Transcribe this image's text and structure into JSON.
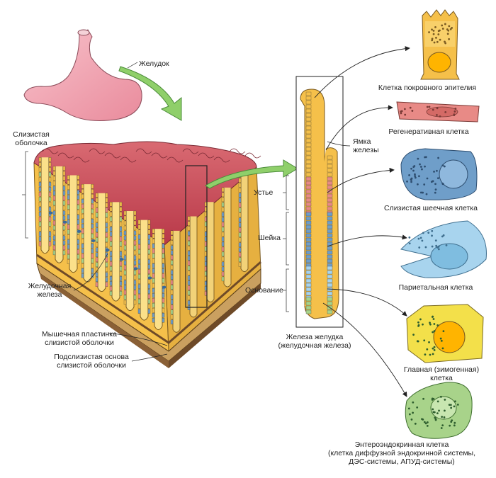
{
  "labels": {
    "stomach": "Желудок",
    "mucosa": [
      "Слизистая",
      "оболочка"
    ],
    "gastric_gland_left": [
      "Желудочная",
      "железа"
    ],
    "muscularis_mucosae": [
      "Мышечная пластинка",
      "слизистой оболочки"
    ],
    "submucosa": [
      "Подслизистая основа",
      "слизистой оболочки"
    ],
    "gastric_pit": [
      "Ямка",
      "железы"
    ],
    "isthmus": "Устье",
    "neck": "Шейка",
    "base": "Основание",
    "gland_caption": [
      "Железа желудка",
      "(желудочная железа)"
    ]
  },
  "cells": [
    {
      "key": "surface",
      "text": [
        "Клетка покровного эпителия"
      ]
    },
    {
      "key": "regenerative",
      "text": [
        "Регенеративная клетка"
      ]
    },
    {
      "key": "mucous_neck",
      "text": [
        "Слизистая шеечная клетка"
      ]
    },
    {
      "key": "parietal",
      "text": [
        "Париетальная клетка"
      ]
    },
    {
      "key": "chief",
      "text": [
        "Главная (зимогенная)",
        "клетка"
      ]
    },
    {
      "key": "enteroendocrine",
      "text": [
        "Энтероэндокринная клетка",
        "(клетка диффузной эндокринной системы,",
        "ДЭС-системы, АПУД-системы)"
      ]
    }
  ],
  "colors": {
    "stomach": "#f2a7b4",
    "mucosa_surface": "#c9485a",
    "gland_yellow": "#f5c04a",
    "arrow_green": "#8fcf6a",
    "mucous_blue": "#6f9ec9",
    "parietal_blue": "#a8d4ee",
    "regen_red": "#e88a86",
    "entero_green": "#a8d38a"
  }
}
